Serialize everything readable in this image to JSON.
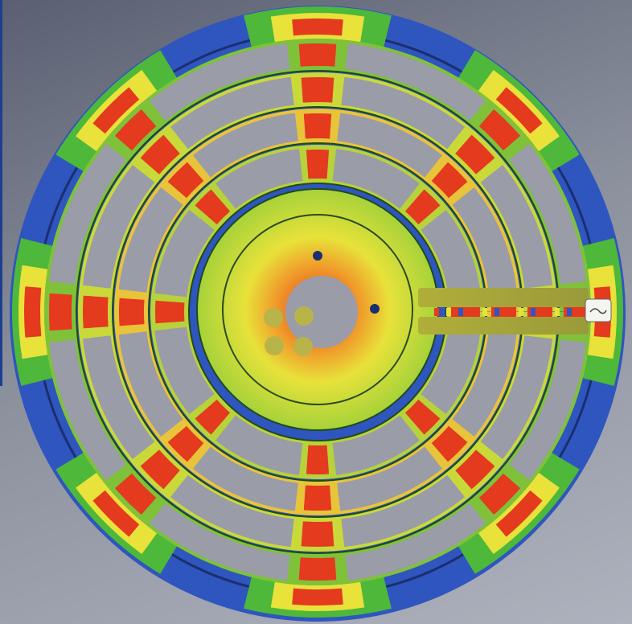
{
  "image": {
    "subject": "stress-contour-circular-plate",
    "colors": {
      "background_dark": "#5a6072",
      "background_light": "#aeb2bd",
      "outer_blue": "#2f55bf",
      "low_green": "#4db83a",
      "mid_yellow": "#e8e23a",
      "high_orange": "#f09a2a",
      "peak_red": "#e43a1e",
      "slot_gray": "#9a9ca8",
      "hole_olive": "#b8b44a"
    },
    "elements": [
      "outer-ring",
      "slot-rings",
      "inner-disc",
      "center-hole",
      "mount-holes",
      "radial-arm",
      "connector-pad"
    ]
  }
}
